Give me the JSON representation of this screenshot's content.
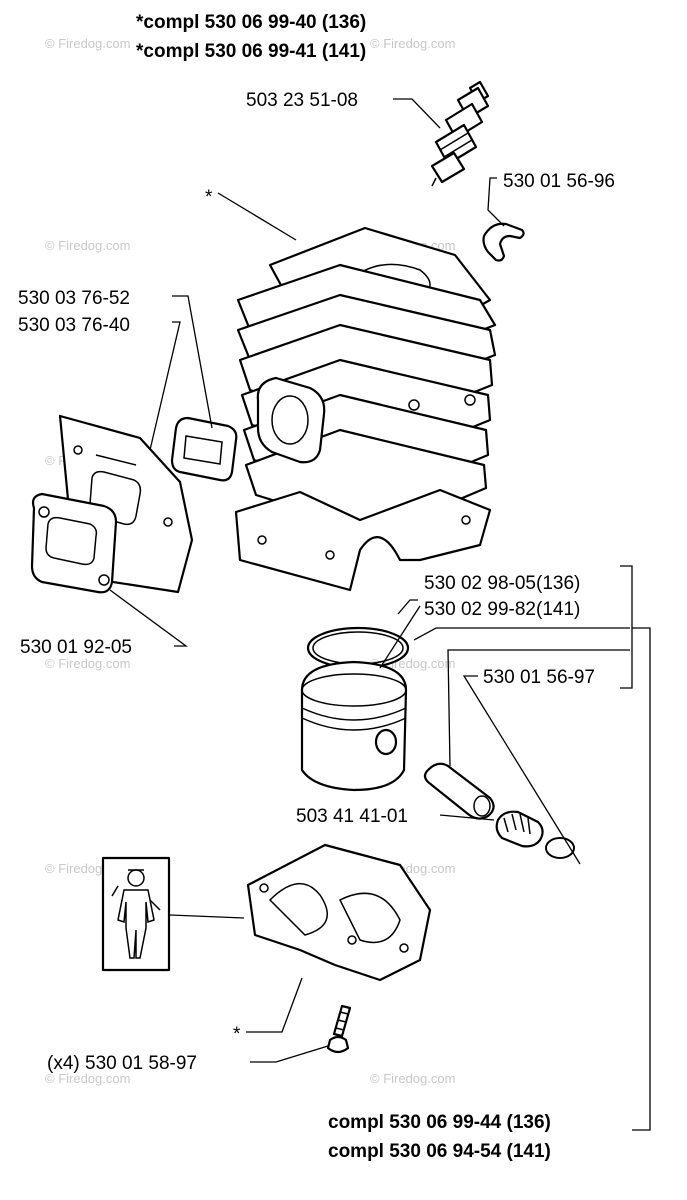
{
  "header": {
    "line1": "*compl 530 06 99-40 (136)",
    "line2": "*compl 530 06 99-41 (141)"
  },
  "footer": {
    "line1": "compl 530 06 99-44 (136)",
    "line2": "compl 530 06 94-54 (141)"
  },
  "labels": {
    "spark_plug": "503 23 51-08",
    "clip_top": "530 01 56-96",
    "cylinder_star": "*",
    "gasket_a": "530 03 76-52",
    "gasket_b": "530 03 76-40",
    "gasket_c": "530 01 92-05",
    "piston_a": "530 02 98-05(136)",
    "piston_b": "530 02 99-82(141)",
    "wrist_pin": "530 01 56-97",
    "bearing": "503 41 41-01",
    "crankcase_star": "*",
    "screw": "(x4) 530 01 58-97"
  },
  "watermark": "© Firedog.com",
  "icons": {
    "mechanic": "mechanic-icon"
  }
}
